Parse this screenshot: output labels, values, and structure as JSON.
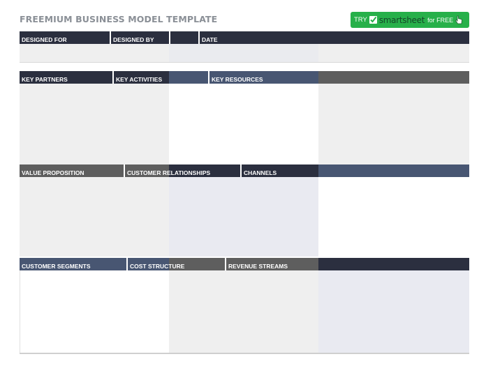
{
  "header": {
    "title": "FREEMIUM BUSINESS MODEL TEMPLATE"
  },
  "badge": {
    "try": "TRY",
    "brand": "smartsheet",
    "free": "for FREE",
    "icon": "checkbox-icon",
    "color": "#27b04a"
  },
  "meta_row": {
    "designed_for": "DESIGNED FOR",
    "designed_by": "DESIGNED BY",
    "date": "DATE"
  },
  "section1": {
    "key_partners": "KEY PARTNERS",
    "key_activities": "KEY ACTIVITIES",
    "key_resources": "KEY RESOURCES"
  },
  "section2": {
    "value_proposition": "VALUE PROPOSITION",
    "customer_relationships": "CUSTOMER RELATIONSHIPS",
    "channels": "CHANNELS"
  },
  "section3": {
    "customer_segments": "CUSTOMER SEGMENTS",
    "cost_structure": "COST STRUCTURE",
    "revenue_streams": "REVENUE STREAMS"
  },
  "colors": {
    "dark_navy": "#2b2f3f",
    "slate_blue": "#485672",
    "charcoal": "#5e5e5e",
    "light_gray": "#efefef"
  }
}
